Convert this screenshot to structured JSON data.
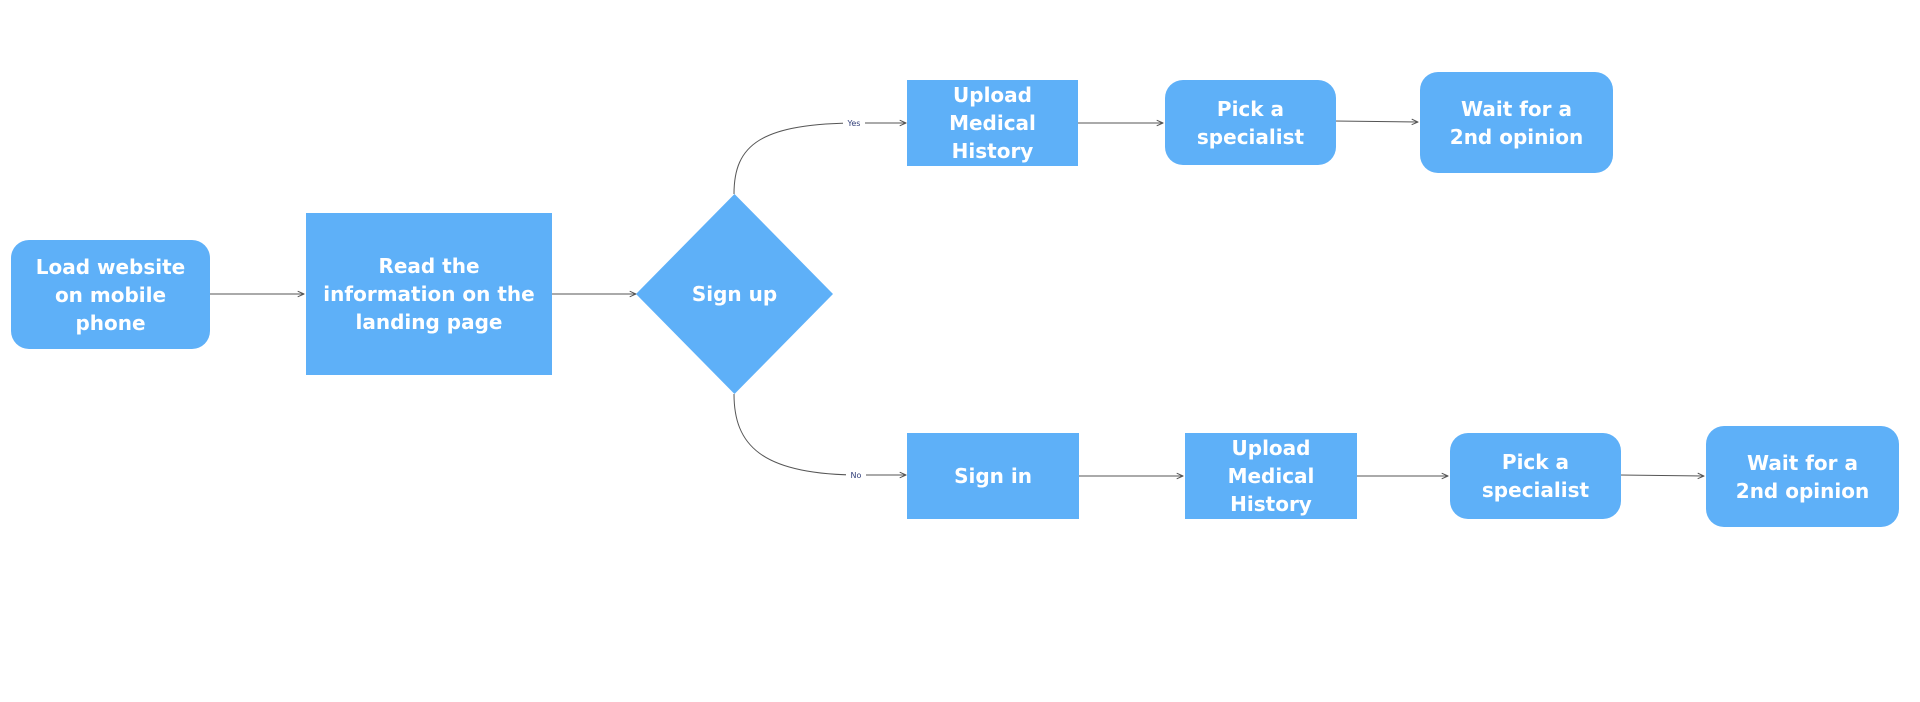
{
  "nodes": {
    "load_website": "Load website on mobile phone",
    "read_info": "Read the information on the landing page",
    "sign_up": "Sign up",
    "upload_history_yes": "Upload Medical History",
    "pick_specialist_yes": "Pick a specialist",
    "wait_opinion_yes": "Wait for a 2nd opinion",
    "sign_in": "Sign in",
    "upload_history_no": "Upload Medical History",
    "pick_specialist_no": "Pick a specialist",
    "wait_opinion_no": "Wait for a 2nd opinion"
  },
  "edge_labels": {
    "yes": "Yes",
    "no": "No"
  },
  "colors": {
    "node_fill": "#5eb0f8",
    "node_text": "#ffffff",
    "connector": "#555555",
    "edge_label": "#33407a"
  }
}
